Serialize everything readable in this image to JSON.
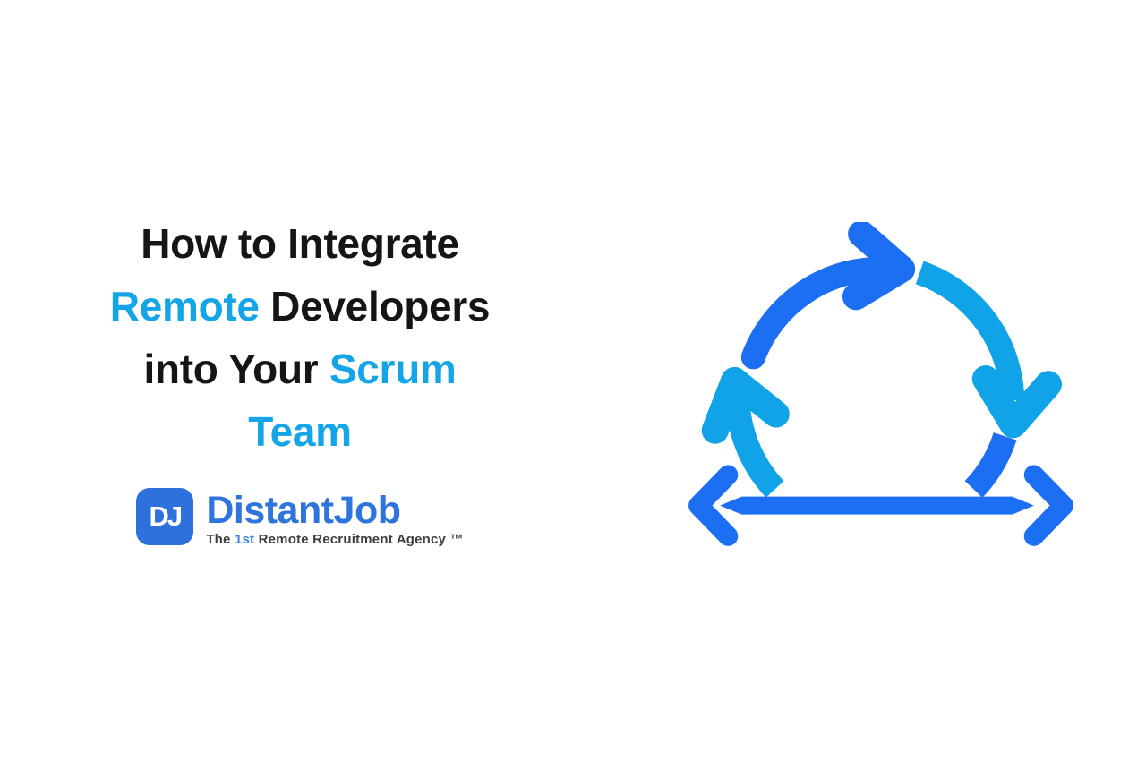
{
  "page": {
    "background_color": "#ffffff"
  },
  "headline": {
    "text_color": "#151515",
    "accent_color": "#14A4E8",
    "full_text": "How to Integrate Remote Developers into Your Scrum Team",
    "lines": [
      [
        {
          "t": "How to Integrate",
          "accent": false
        }
      ],
      [
        {
          "t": "Remote",
          "accent": true
        },
        {
          "t": " Developers",
          "accent": false
        }
      ],
      [
        {
          "t": "into Your ",
          "accent": false
        },
        {
          "t": "Scrum",
          "accent": true
        }
      ],
      [
        {
          "t": "Team",
          "accent": true
        }
      ]
    ]
  },
  "logo": {
    "badge_text": "DJ",
    "badge_color": "#2E71DC",
    "wordmark": "DistantJob",
    "wordmark_color": "#2F73DC",
    "tagline_pre": "The ",
    "tagline_accent": "1st",
    "tagline_rest": " Remote Recruitment Agency ™",
    "tagline_color": "#3E3E3E",
    "tagline_accent_color": "#3D85E4"
  },
  "icon": {
    "name": "scrum-sprint-cycle-icon",
    "colors": {
      "royal_blue": "#1C6EF2",
      "cyan_blue": "#10A3E8"
    }
  }
}
